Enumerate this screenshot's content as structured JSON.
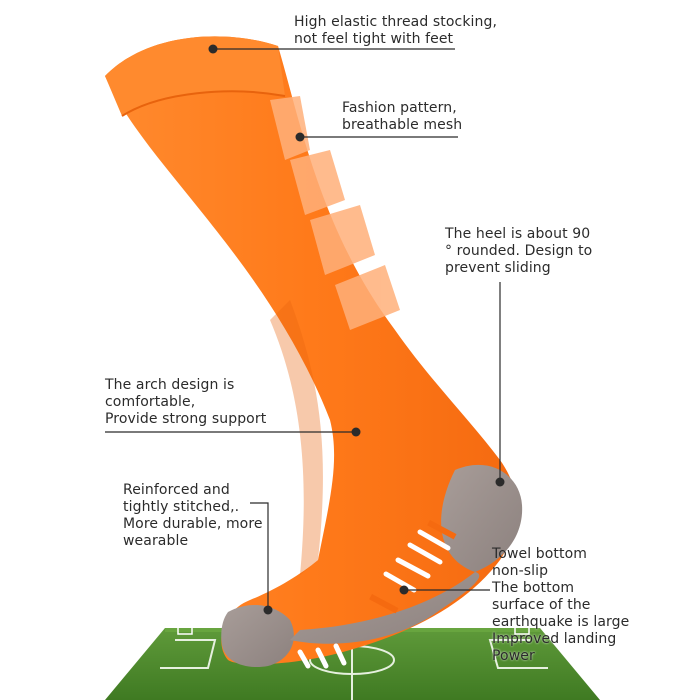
{
  "colors": {
    "sock_orange": "#ff7a1a",
    "sock_shadow": "#e8630d",
    "sock_highlight": "#ff9a47",
    "sole_gray": "#9b8f8c",
    "field_green": "#4a8a2c",
    "field_line": "#e6f0df",
    "leader_line": "#2b2b2b"
  },
  "annotations": {
    "elastic": {
      "line1": "High elastic thread stocking,",
      "line2": "not feel tight with feet"
    },
    "pattern": {
      "line1": "Fashion pattern,",
      "line2": "breathable mesh"
    },
    "heel": {
      "line1": "The heel is about 90",
      "line2": "° rounded. Design to",
      "line3": "prevent sliding"
    },
    "arch": {
      "line1": "The arch design is",
      "line2": "comfortable,",
      "line3": "Provide strong support"
    },
    "reinforced": {
      "line1": "Reinforced and",
      "line2": "tightly stitched,.",
      "line3": "More durable, more",
      "line4": "wearable"
    },
    "towel": {
      "line1": "Towel bottom",
      "line2": "non-slip"
    },
    "surface": {
      "line1": "The bottom",
      "line2": "surface of the",
      "line3": "earthquake is large",
      "line4": "Improved landing",
      "line5": "Power"
    }
  },
  "icons": {
    "marker": "dot-marker-icon"
  }
}
